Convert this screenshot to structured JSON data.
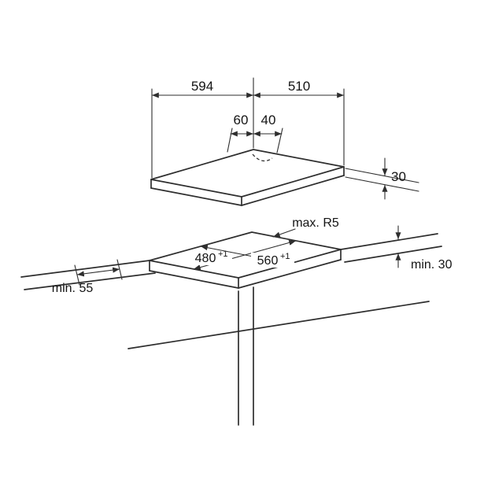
{
  "title": "Built-in hob installation dimensions diagram",
  "dimensions": {
    "hob_width": "594",
    "hob_depth": "510",
    "gas_offset_left": "60",
    "gas_offset_right": "40",
    "hob_height": "30",
    "corner_radius": "max. R5",
    "cutout_depth": {
      "value": "480",
      "tolerance": "+1"
    },
    "cutout_width": {
      "value": "560",
      "tolerance": "+1"
    },
    "edge_clearance": "min. 55",
    "worktop_thickness": "min. 30"
  },
  "colors": {
    "line": "#2e2e2e",
    "text": "#141414",
    "background": "#ffffff"
  }
}
